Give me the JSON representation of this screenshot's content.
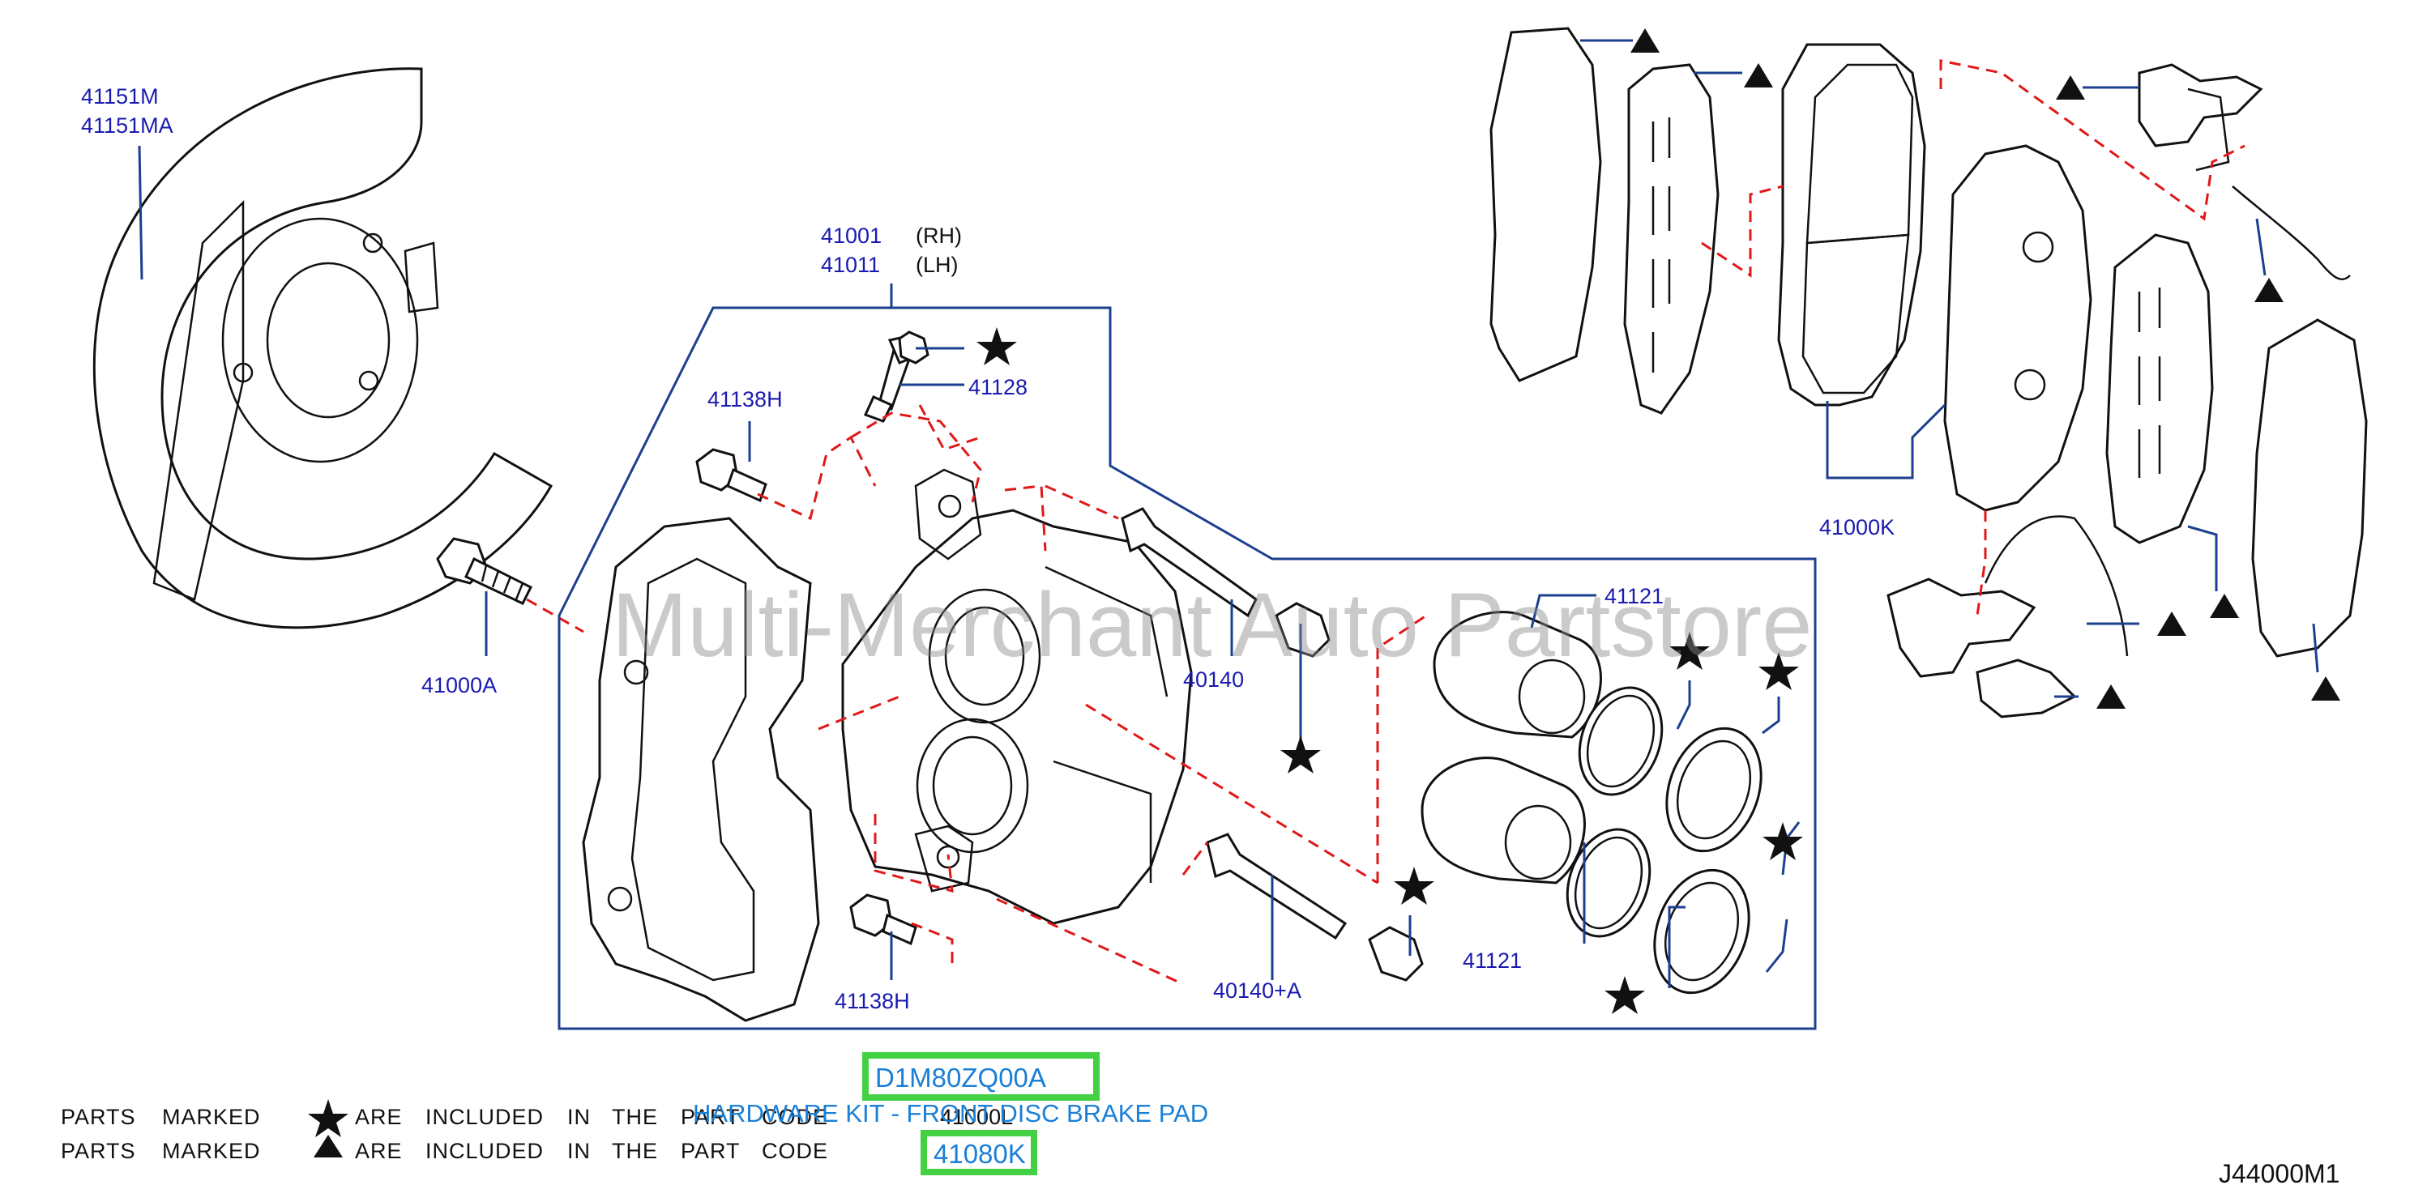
{
  "part_labels": {
    "p41151m": "41151M",
    "p41151ma": "41151MA",
    "p41001": "41001",
    "p41001_side": "(RH)",
    "p41011": "41011",
    "p41011_side": "(LH)",
    "p41138h_top": "41138H",
    "p41128": "41128",
    "p41000a": "41000A",
    "p40140": "40140",
    "p41121_top": "41121",
    "p41000k": "41000K",
    "p41121_bottom": "41121",
    "p41138h_bottom": "41138H",
    "p40140a": "40140+A"
  },
  "watermark": "Multi-Merchant Auto Partstore",
  "legend": {
    "row1": [
      "PARTS",
      "MARKED",
      "ARE",
      "INCLUDED",
      "IN",
      "THE",
      "PART",
      "CODE"
    ],
    "row2": [
      "PARTS",
      "MARKED",
      "ARE",
      "INCLUDED",
      "IN",
      "THE",
      "PART",
      "CODE"
    ],
    "code1": "41000L",
    "code2": "41080K"
  },
  "overlay": {
    "part_number": "D1M80ZQ00A",
    "description": "HARDWARE KIT - FRONT DISC BRAKE PAD"
  },
  "diagram_id": "J44000M1",
  "colors": {
    "label": "#1a1ab0",
    "leader": "#1c3f8f",
    "dashed_link": "#e01818",
    "highlight_box": "#43d143",
    "overlay_text": "#1a7fd6"
  }
}
